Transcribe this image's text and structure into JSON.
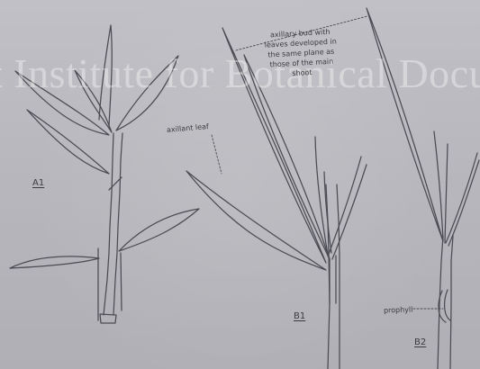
{
  "watermark": {
    "text": "t Institute for Botanical Docu"
  },
  "figure": {
    "panel_labels": {
      "a1": "A1",
      "b1": "B1",
      "b2": "B2"
    },
    "annotations": {
      "axillant_leaf": "axillant leaf",
      "prophyll": "prophyll",
      "axillary_bud_lines": [
        "axillary bud with",
        "leaves developed in",
        "the same plane as",
        "those of the main",
        "shoot"
      ]
    }
  },
  "colors": {
    "background": "#b8b8be",
    "line": "#4c4c52",
    "text": "#3b3b3f",
    "watermark": "#ffffff"
  }
}
